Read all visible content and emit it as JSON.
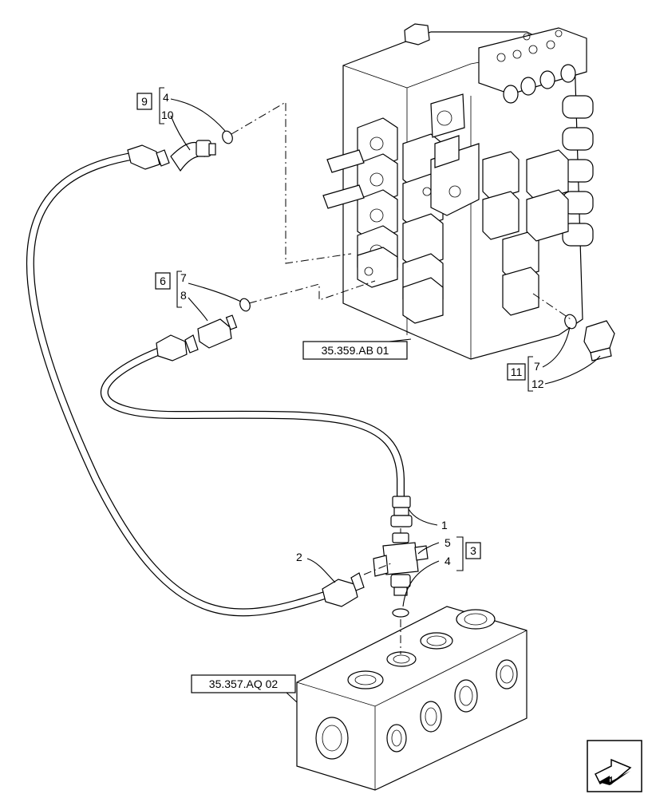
{
  "diagram": {
    "ref_valve": "35.359.AB 01",
    "ref_block": "35.357.AQ 02",
    "groups": [
      {
        "box": "9",
        "items": [
          "4",
          "10"
        ]
      },
      {
        "box": "6",
        "items": [
          "7",
          "8"
        ]
      },
      {
        "box": "11",
        "items": [
          "7",
          "12"
        ]
      },
      {
        "box": "3",
        "items": [
          "5",
          "4"
        ]
      }
    ],
    "callouts": [
      "1",
      "2"
    ],
    "icon": "next-page-arrow-icon"
  }
}
